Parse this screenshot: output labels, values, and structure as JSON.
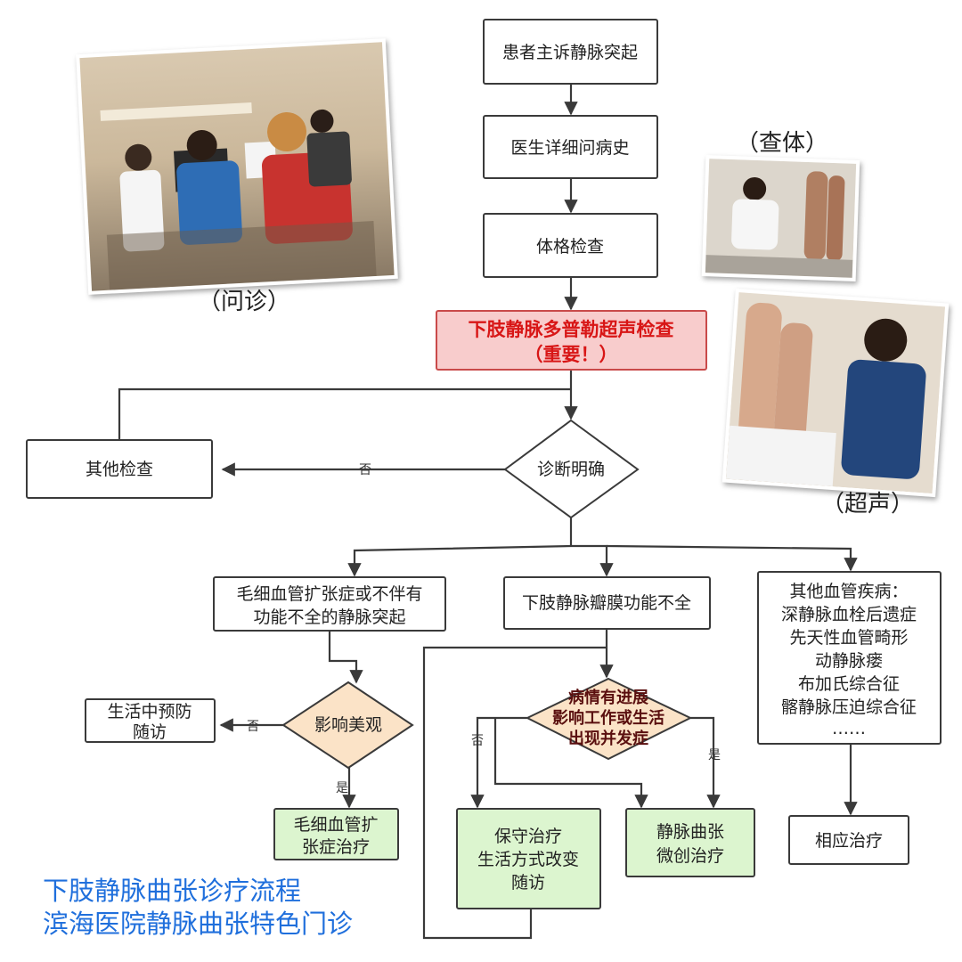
{
  "nodes": {
    "complaint": "患者主诉静脉突起",
    "history": "医生详细问病史",
    "exam": "体格检查",
    "doppler": [
      "下肢静脉多普勒超声检查",
      "（重要！）"
    ],
    "other_check": "其他检查",
    "diagnosis_clear": "诊断明确",
    "capillary": [
      "毛细血管扩张症或不伴有",
      "功能不全的静脉突起"
    ],
    "valve": "下肢静脉瓣膜功能不全",
    "other_vascular": [
      "其他血管疾病：",
      "深静脉血栓后遗症",
      "先天性血管畸形",
      "动静脉瘘",
      "布加氏综合征",
      "髂静脉压迫综合征",
      "……"
    ],
    "cosmetic": "影响美观",
    "lifestyle_prevent": [
      "生活中预防",
      "随访"
    ],
    "capillary_treat": [
      "毛细血管扩",
      "张症治疗"
    ],
    "progress": [
      "病情有进展",
      "影响工作或生活",
      "出现并发症"
    ],
    "conservative": [
      "保守治疗",
      "生活方式改变",
      "随访"
    ],
    "minimal": [
      "静脉曲张",
      "微创治疗"
    ],
    "corresponding": "相应治疗"
  },
  "edge_labels": {
    "no": "否",
    "yes": "是"
  },
  "photos": {
    "consult": "（问诊）",
    "physical": "（查体）",
    "ultrasound": "（超声）"
  },
  "footer": {
    "title": "下肢静脉曲张诊疗流程",
    "subtitle": "滨海医院静脉曲张特色门诊"
  },
  "colors": {
    "red_fill": "#f8cccc",
    "orange_fill": "#fbe3c7",
    "green_fill": "#dcf5cf",
    "footer_blue": "#1f6fdc"
  }
}
